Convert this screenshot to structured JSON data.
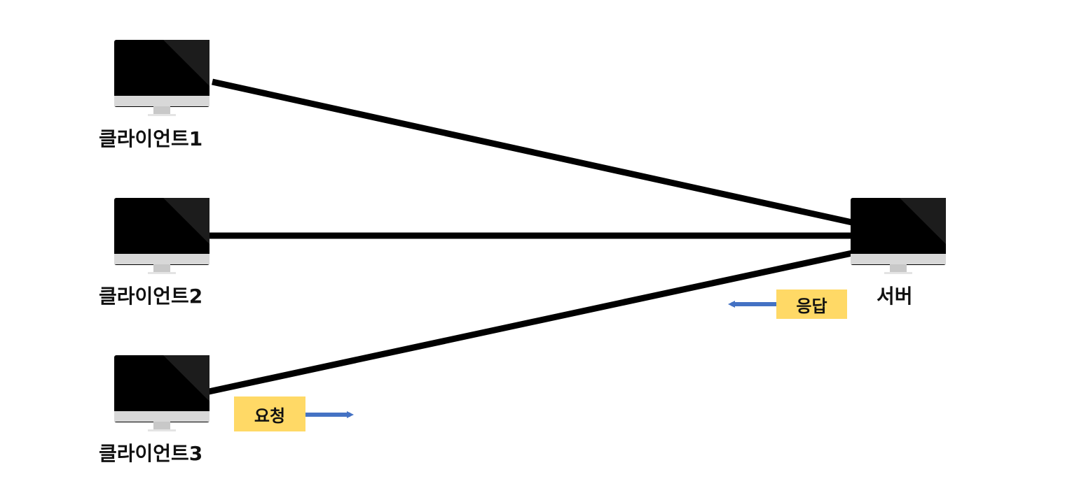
{
  "nodes": {
    "client1": {
      "label": "클라이언트1"
    },
    "client2": {
      "label": "클라이언트2"
    },
    "client3": {
      "label": "클라이언트3"
    },
    "server": {
      "label": "서버"
    }
  },
  "tags": {
    "request": "요청",
    "response": "응답"
  },
  "colors": {
    "connection": "#000000",
    "arrow": "#4472c4",
    "tag_background": "#ffd966"
  }
}
